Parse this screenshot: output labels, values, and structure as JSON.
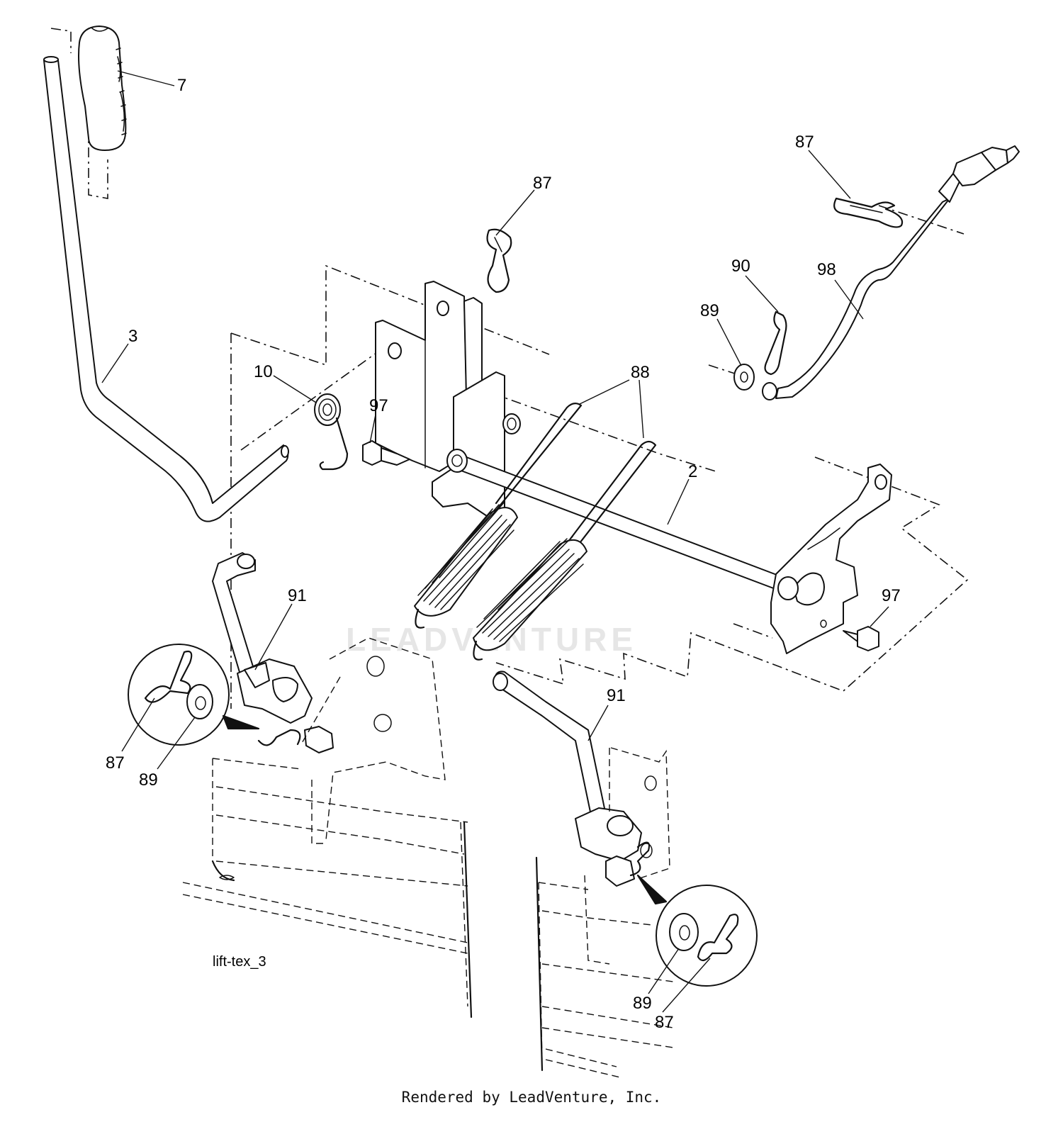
{
  "diagram": {
    "caption": "lift-tex_3",
    "watermark": "LEADVENTURE",
    "footer": "Rendered by LeadVenture, Inc.",
    "callouts": [
      {
        "id": "c7",
        "label": "7"
      },
      {
        "id": "c3",
        "label": "3"
      },
      {
        "id": "c10",
        "label": "10"
      },
      {
        "id": "c97a",
        "label": "97"
      },
      {
        "id": "c87a",
        "label": "87"
      },
      {
        "id": "c88",
        "label": "88"
      },
      {
        "id": "c2",
        "label": "2"
      },
      {
        "id": "c87b",
        "label": "87"
      },
      {
        "id": "c90",
        "label": "90"
      },
      {
        "id": "c98",
        "label": "98"
      },
      {
        "id": "c89a",
        "label": "89"
      },
      {
        "id": "c97b",
        "label": "97"
      },
      {
        "id": "c91a",
        "label": "91"
      },
      {
        "id": "c87c",
        "label": "87"
      },
      {
        "id": "c89b",
        "label": "89"
      },
      {
        "id": "c91b",
        "label": "91"
      },
      {
        "id": "c89c",
        "label": "89"
      },
      {
        "id": "c87d",
        "label": "87"
      }
    ]
  }
}
